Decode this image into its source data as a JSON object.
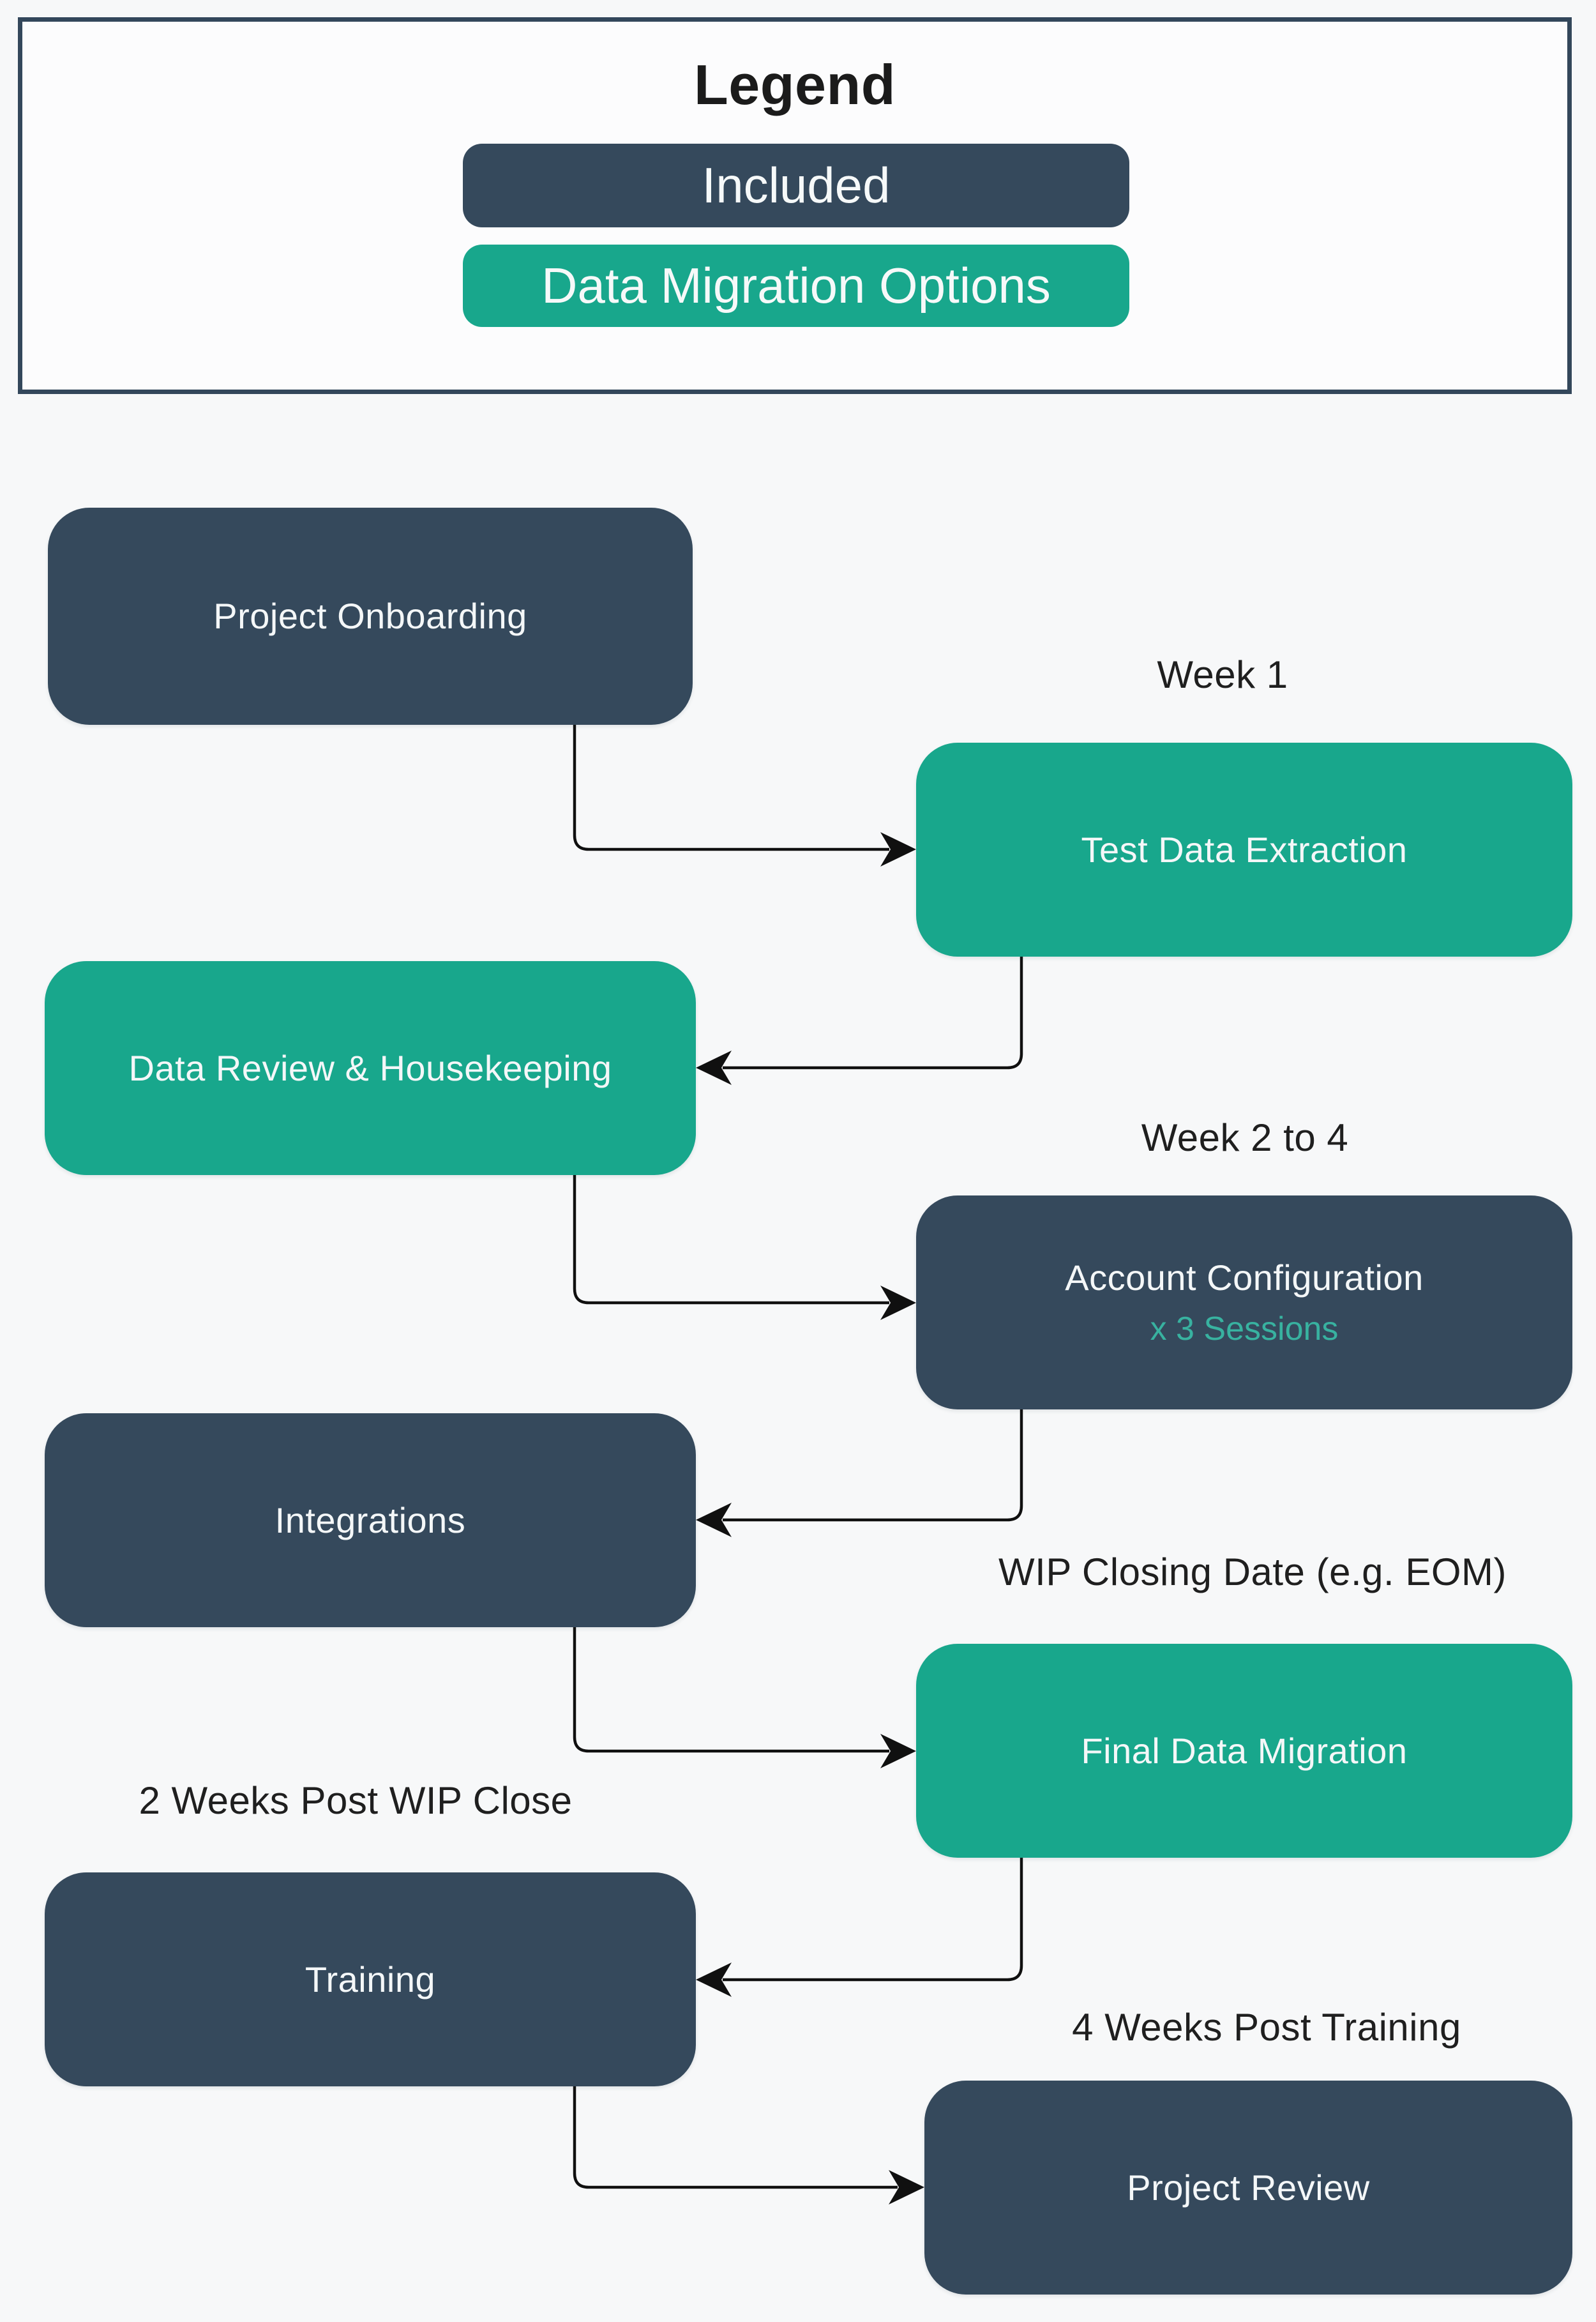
{
  "legend": {
    "title": "Legend",
    "items": [
      {
        "label": "Included",
        "color": "#35495c"
      },
      {
        "label": "Data Migration Options",
        "color": "#18a78c"
      }
    ]
  },
  "flow": {
    "nodes": [
      {
        "id": "project-onboarding",
        "label": "Project Onboarding",
        "variant": "included"
      },
      {
        "id": "test-data-extraction",
        "label": "Test Data Extraction",
        "variant": "data-migration-option"
      },
      {
        "id": "data-review",
        "label": "Data Review & Housekeeping",
        "variant": "data-migration-option"
      },
      {
        "id": "account-config",
        "label": "Account Configuration",
        "sublabel": "x 3 Sessions",
        "variant": "included"
      },
      {
        "id": "integrations",
        "label": "Integrations",
        "variant": "included"
      },
      {
        "id": "final-data-migration",
        "label": "Final Data Migration",
        "variant": "data-migration-option"
      },
      {
        "id": "training",
        "label": "Training",
        "variant": "included"
      },
      {
        "id": "project-review",
        "label": "Project Review",
        "variant": "included"
      }
    ],
    "milestones": [
      {
        "label": "Week 1",
        "before_node": "test-data-extraction"
      },
      {
        "label": "Week 2 to 4",
        "before_node": "account-config"
      },
      {
        "label": "WIP Closing Date (e.g. EOM)",
        "before_node": "final-data-migration"
      },
      {
        "label": "2 Weeks Post WIP Close",
        "before_node": "training"
      },
      {
        "label": "4 Weeks Post Training",
        "before_node": "project-review"
      }
    ]
  },
  "colors": {
    "background": "#f7f8f9",
    "included": "#35495c",
    "data_migration_option": "#18a78c",
    "sublabel_text": "#38b2a0",
    "node_text": "#f4f7f8",
    "heading_text": "#1f1f1f",
    "legend_border": "#33475b",
    "arrow": "#101010"
  }
}
